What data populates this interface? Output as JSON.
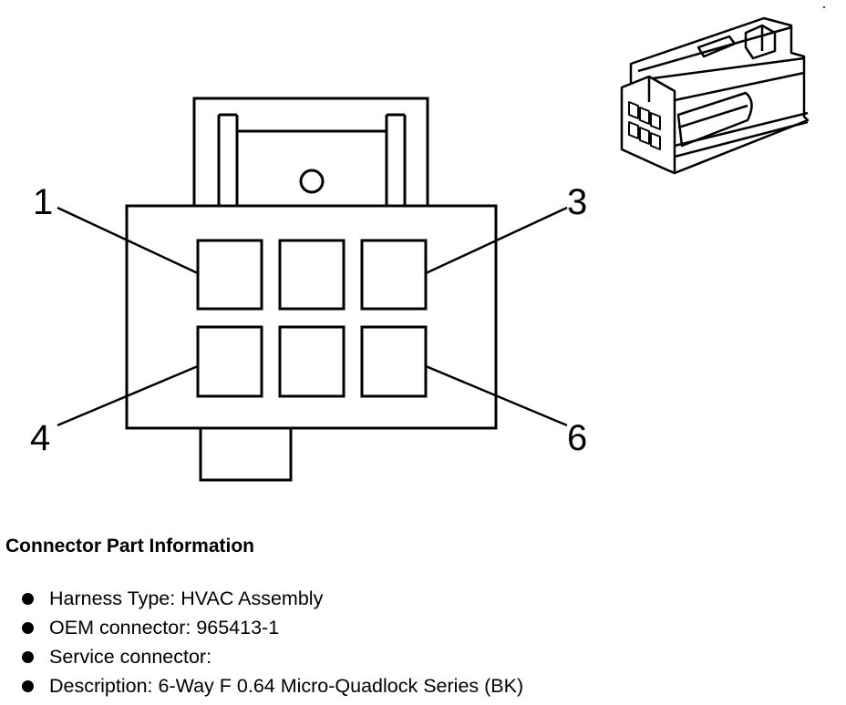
{
  "pins": {
    "top_left": "1",
    "top_right": "3",
    "bottom_left": "4",
    "bottom_right": "6"
  },
  "info": {
    "title": "Connector Part Information",
    "items": [
      "Harness Type: HVAC Assembly",
      "OEM connector: 965413-1",
      "Service connector:",
      "Description: 6-Way F 0.64 Micro-Quadlock Series (BK)"
    ]
  }
}
